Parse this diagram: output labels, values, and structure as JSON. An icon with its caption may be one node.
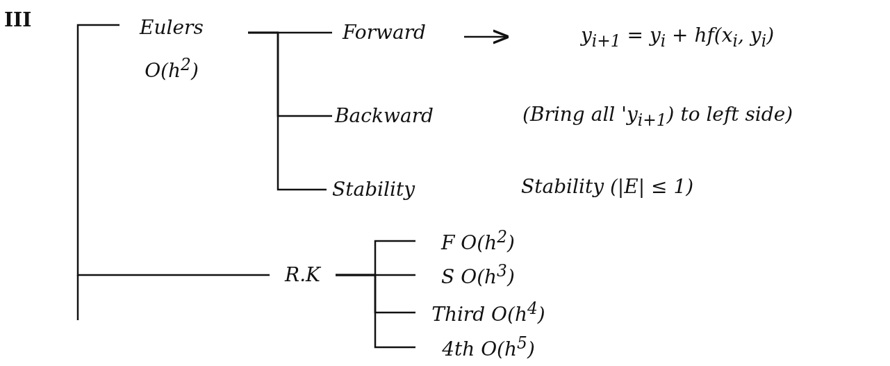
{
  "diagram": {
    "nodes": [
      {
        "text": [
          "Eulers",
          "O(h$^{2}$)"
        ]
      },
      {
        "text": [
          "Forward"
        ]
      },
      {
        "text": [
          "y$_{i+1}$ = y$_{i}$ + hf(x$_{i}$, y$_{i}$)"
        ]
      },
      {
        "text": [
          "Backward"
        ]
      },
      {
        "text": [
          "Stability"
        ]
      },
      {
        "text": [
          "R.K"
        ]
      },
      {
        "text": [
          "F O(h$^{2}$)"
        ]
      },
      {
        "text": [
          "S O(h$^{3}$)"
        ]
      },
      {
        "text": [
          "Third O(h$^{4}$)"
        ]
      },
      {
        "text": [
          "4th O(h$^{5}$)"
        ]
      }
    ],
    "edges": [
      {
        "from": 0,
        "to": 1,
        "arrow": "none"
      },
      {
        "from": 1,
        "to": 2,
        "arrow": "to"
      },
      {
        "from": 0,
        "to": 3,
        "arrow": "none"
      },
      {
        "from": 0,
        "to": 4,
        "arrow": "none"
      },
      {
        "from": 0,
        "to": 5,
        "arrow": "none"
      },
      {
        "from": 5,
        "to": 6,
        "arrow": "none"
      },
      {
        "from": 5,
        "to": 7,
        "arrow": "none"
      },
      {
        "from": 5,
        "to": 8,
        "arrow": "none"
      },
      {
        "from": 5,
        "to": 9,
        "arrow": "none"
      }
    ],
    "labels": [
      "III",
      "(Bring all 'y$_{i+1}$) to left side)",
      "Stability (|E| ≤ 1)"
    ]
  }
}
